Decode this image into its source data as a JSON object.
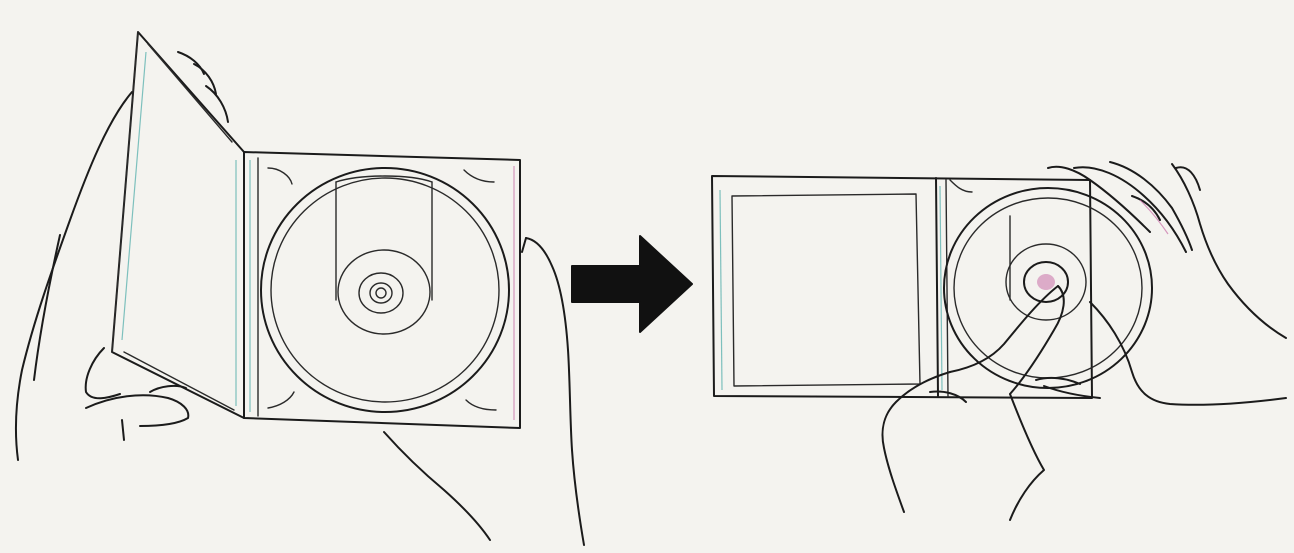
{
  "figure": {
    "steps": [
      {
        "id": "step-1",
        "action": "open-case"
      },
      {
        "id": "step-2",
        "action": "press-center-remove-disc"
      }
    ],
    "arrow": {
      "direction": "right",
      "color": "#111111"
    },
    "colors": {
      "background": "#f4f3ef",
      "line": "#1b1b1b",
      "accent_teal": "#5fb3b0",
      "accent_pink": "#c86fa8"
    }
  }
}
